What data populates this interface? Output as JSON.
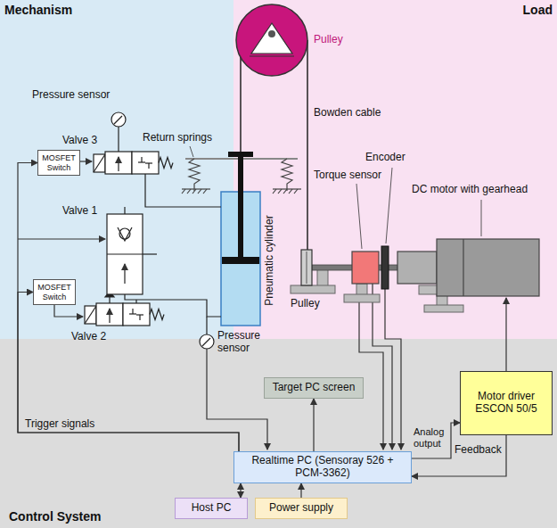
{
  "diagram": {
    "nodes": [
      {
        "text": [
          "Mechanism"
        ]
      },
      {
        "text": [
          "Load"
        ]
      },
      {
        "text": [
          "Control System"
        ]
      },
      {
        "text": [
          "MOSFET Switch"
        ],
        "in": 0
      },
      {
        "text": [
          "MOSFET Switch"
        ],
        "in": 0
      },
      {
        "text": [
          "Realtime PC (Sensoray 526 + PCM-3362)"
        ],
        "in": 2
      },
      {
        "text": [
          "Target PC screen"
        ],
        "in": 2
      },
      {
        "text": [
          "Host PC"
        ],
        "in": 2
      },
      {
        "text": [
          "Power supply"
        ],
        "in": 2
      },
      {
        "text": [
          "Motor driver ESCON 50/5"
        ],
        "in": 2
      }
    ],
    "edges": [
      {
        "from": 5,
        "to": 3,
        "arrow": "to",
        "label": "Trigger signals"
      },
      {
        "from": 5,
        "to": 4,
        "arrow": "to"
      },
      {
        "from": 5,
        "to": 6,
        "arrow": "to"
      },
      {
        "from": 7,
        "to": 5,
        "arrow": "both"
      },
      {
        "from": 8,
        "to": 5,
        "arrow": "to"
      },
      {
        "from": 5,
        "to": 9,
        "arrow": "to",
        "label": "Analog output"
      },
      {
        "from": 9,
        "to": 5,
        "arrow": "to",
        "label": "Feedback"
      }
    ],
    "labels": [
      "Pulley",
      "Pressure sensor",
      "Return springs",
      "Bowden cable",
      "Valve 3",
      "Torque sensor",
      "Encoder",
      "DC motor with gearhead",
      "Valve 1",
      "Pneumatic cylinder",
      "Pulley",
      "Valve 2",
      "Pressure sensor"
    ]
  }
}
